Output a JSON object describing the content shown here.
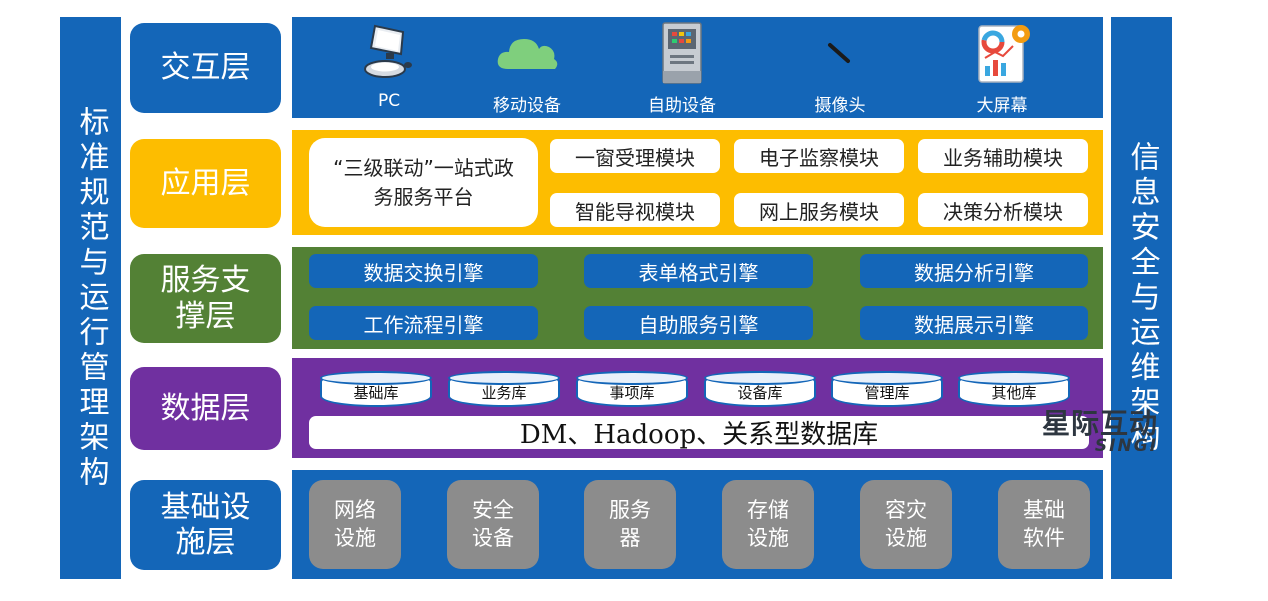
{
  "colors": {
    "blue": "#1466b8",
    "yellow": "#fdbd00",
    "green": "#538135",
    "purple": "#7030a0",
    "gray": "#8c8c8c"
  },
  "left_bar": {
    "text": "标准规范与运行管理架构"
  },
  "right_bar": {
    "text": "信息安全与运维架构"
  },
  "layers": {
    "interaction": {
      "label": "交互层",
      "devices": [
        {
          "label": "PC",
          "icon": "pc-icon"
        },
        {
          "label": "移动设备",
          "icon": "cloud-icon"
        },
        {
          "label": "自助设备",
          "icon": "kiosk-icon"
        },
        {
          "label": "摄像头",
          "icon": "camera-icon"
        },
        {
          "label": "大屏幕",
          "icon": "dashboard-icon"
        }
      ]
    },
    "application": {
      "label": "应用层",
      "platform": "“三级联动”一站式政务服务平台",
      "modules": [
        "一窗受理模块",
        "电子监察模块",
        "业务辅助模块",
        "智能导视模块",
        "网上服务模块",
        "决策分析模块"
      ]
    },
    "service": {
      "label": "服务支撑层",
      "engines": [
        "数据交换引擎",
        "表单格式引擎",
        "数据分析引擎",
        "工作流程引擎",
        "自助服务引擎",
        "数据展示引擎"
      ]
    },
    "data": {
      "label": "数据层",
      "databases": [
        "基础库",
        "业务库",
        "事项库",
        "设备库",
        "管理库",
        "其他库"
      ],
      "platform": "DM、Hadoop、关系型数据库"
    },
    "infrastructure": {
      "label": "基础设施层",
      "items": [
        "网络设施",
        "安全设备",
        "服务器",
        "存储设施",
        "容灾设施",
        "基础软件"
      ]
    }
  },
  "watermark": {
    "main": "星际互动",
    "sub": "SINGI"
  }
}
